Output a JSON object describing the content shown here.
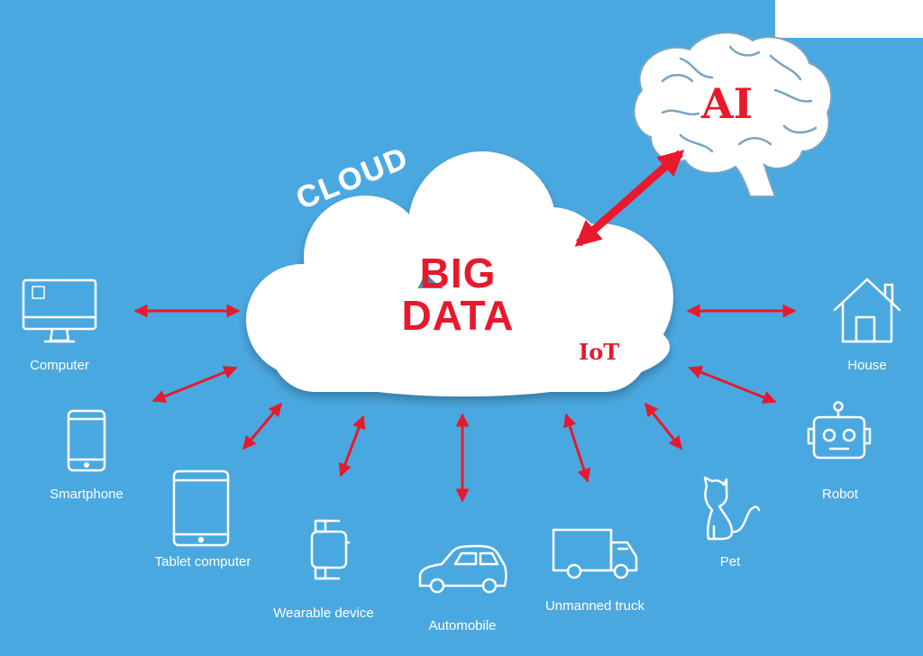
{
  "center": {
    "line1": "BIG",
    "line2": "DATA",
    "iot": "IoT",
    "cloud": "CLOUD"
  },
  "ai": {
    "label": "AI"
  },
  "devices": {
    "computer": "Computer",
    "smartphone": "Smartphone",
    "tablet": "Tablet computer",
    "wearable": "Wearable device",
    "automobile": "Automobile",
    "truck": "Unmanned truck",
    "pet": "Pet",
    "robot": "Robot",
    "house": "House"
  },
  "colors": {
    "background": "#4aa8e0",
    "accent": "#e8192c",
    "cloud": "#ffffff",
    "icon": "#ffffff"
  },
  "icons": [
    "computer-icon",
    "smartphone-icon",
    "tablet-icon",
    "smartwatch-icon",
    "car-icon",
    "truck-icon",
    "cat-icon",
    "robot-icon",
    "house-icon",
    "brain-icon",
    "cloud-icon"
  ]
}
